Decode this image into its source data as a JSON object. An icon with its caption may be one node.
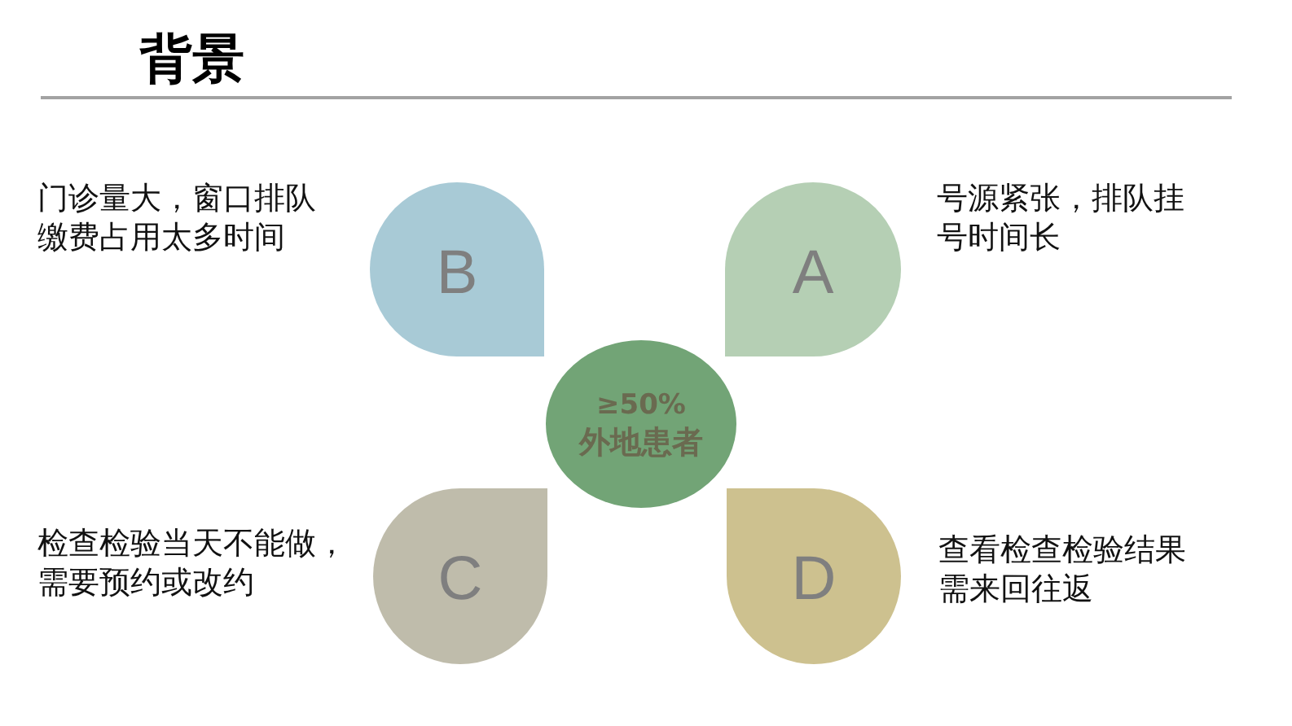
{
  "diagram": {
    "title": "背景",
    "nodes": [
      {
        "text": [
          "B"
        ],
        "beside": [
          "门诊量大，窗口排队缴费占用太多时间"
        ]
      },
      {
        "text": [
          "A"
        ],
        "beside": [
          "号源紧张，排队挂号时间长"
        ]
      },
      {
        "text": [
          "≥50%",
          "外地患者"
        ]
      },
      {
        "text": [
          "C"
        ],
        "beside": [
          "检查检验当天不能做，需要预约或改约"
        ]
      },
      {
        "text": [
          "D"
        ],
        "beside": [
          "查看检查检验结果需来回往返"
        ]
      }
    ]
  }
}
